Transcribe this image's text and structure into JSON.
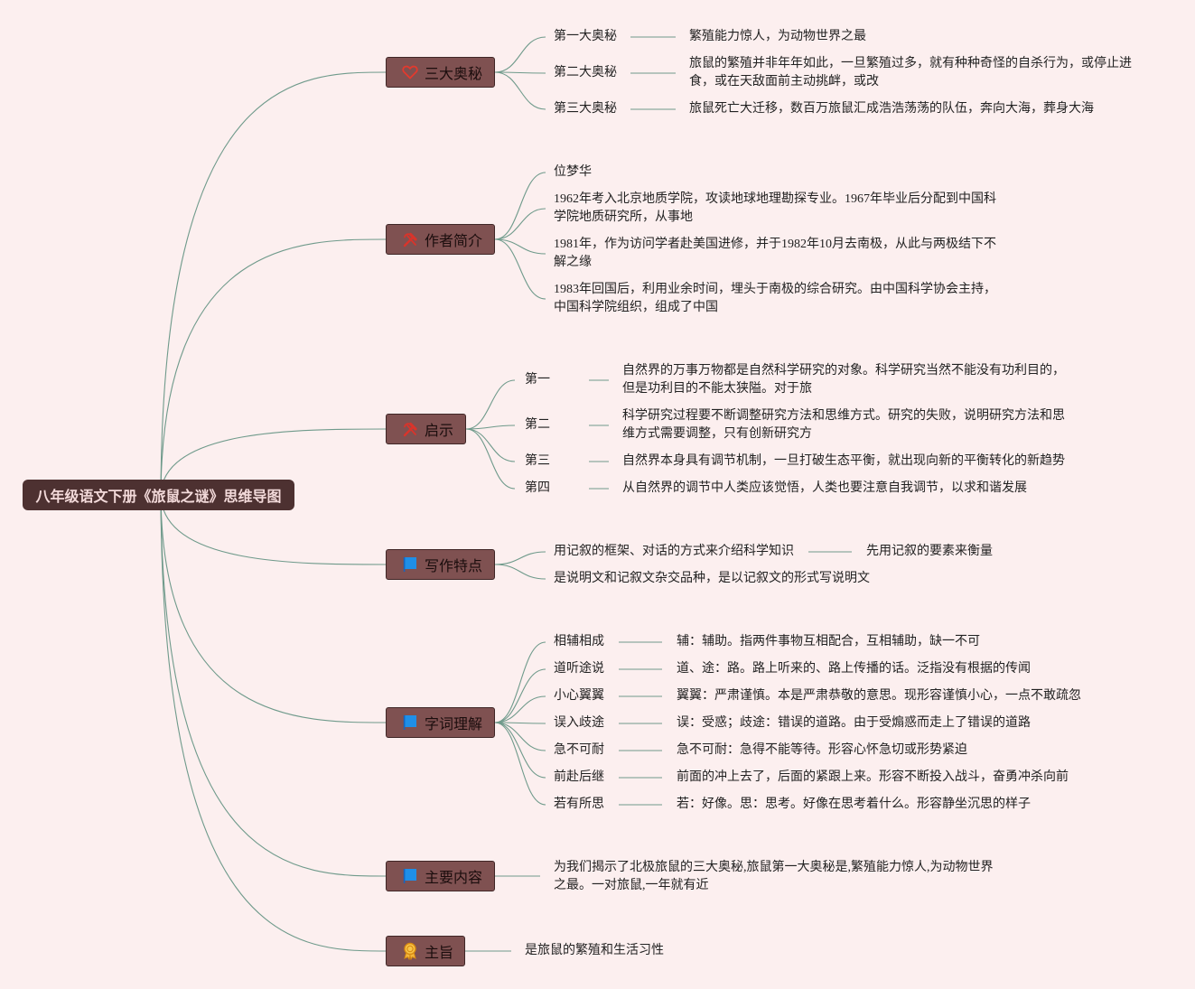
{
  "root": "八年级语文下册《旅鼠之谜》思维导图",
  "colors": {
    "background": "#fcefef",
    "root_fill": "#4d3131",
    "topic_fill": "#7f5151",
    "connector": "#6f9a8b",
    "heart_icon": "#e23a2e",
    "tools_icon": "#d9342b",
    "flag_icon": "#1f8fe8",
    "award_icon": "#f0a020"
  },
  "branches": [
    {
      "label": "三大奥秘",
      "icon": "heart-icon",
      "children": [
        {
          "label": "第一大奥秘",
          "detail": "繁殖能力惊人，为动物世界之最"
        },
        {
          "label": "第二大奥秘",
          "detail": "旅鼠的繁殖并非年年如此，一旦繁殖过多，就有种种奇怪的自杀行为，或停止进\n食，或在天敌面前主动挑衅，或改"
        },
        {
          "label": "第三大奥秘",
          "detail": "旅鼠死亡大迁移，数百万旅鼠汇成浩浩荡荡的队伍，奔向大海，葬身大海"
        }
      ]
    },
    {
      "label": "作者简介",
      "icon": "tools-icon",
      "children": [
        {
          "label": "位梦华"
        },
        {
          "label": "1962年考入北京地质学院，攻读地球地理勘探专业。1967年毕业后分配到中国科\n学院地质研究所，从事地"
        },
        {
          "label": "1981年，作为访问学者赴美国进修，并于1982年10月去南极，从此与两极结下不\n解之缘"
        },
        {
          "label": "1983年回国后，利用业余时间，埋头于南极的综合研究。由中国科学协会主持，\n中国科学院组织，组成了中国"
        }
      ]
    },
    {
      "label": "启示",
      "icon": "tools-icon",
      "children": [
        {
          "label": "第一",
          "detail": "自然界的万事万物都是自然科学研究的对象。科学研究当然不能没有功利目的，\n但是功利目的不能太狭隘。对于旅"
        },
        {
          "label": "第二",
          "detail": "科学研究过程要不断调整研究方法和思维方式。研究的失败，说明研究方法和思\n维方式需要调整，只有创新研究方"
        },
        {
          "label": "第三",
          "detail": "自然界本身具有调节机制，一旦打破生态平衡，就出现向新的平衡转化的新趋势"
        },
        {
          "label": "第四",
          "detail": "从自然界的调节中人类应该觉悟，人类也要注意自我调节，以求和谐发展"
        }
      ]
    },
    {
      "label": "写作特点",
      "icon": "flag-icon",
      "children": [
        {
          "label": "用记叙的框架、对话的方式来介绍科学知识",
          "detail": "先用记叙的要素来衡量"
        },
        {
          "label": "是说明文和记叙文杂交品种，是以记叙文的形式写说明文"
        }
      ]
    },
    {
      "label": "字词理解",
      "icon": "flag-icon",
      "children": [
        {
          "label": "相辅相成",
          "detail": "辅：辅助。指两件事物互相配合，互相辅助，缺一不可"
        },
        {
          "label": "道听途说",
          "detail": "道、途：路。路上听来的、路上传播的话。泛指没有根据的传闻"
        },
        {
          "label": "小心翼翼",
          "detail": "翼翼：严肃谨慎。本是严肃恭敬的意思。现形容谨慎小心，一点不敢疏忽"
        },
        {
          "label": "误入歧途",
          "detail": "误：受惑；歧途：错误的道路。由于受煽惑而走上了错误的道路"
        },
        {
          "label": "急不可耐",
          "detail": "急不可耐：急得不能等待。形容心怀急切或形势紧迫"
        },
        {
          "label": "前赴后继",
          "detail": "前面的冲上去了，后面的紧跟上来。形容不断投入战斗，奋勇冲杀向前"
        },
        {
          "label": "若有所思",
          "detail": "若：好像。思：思考。好像在思考着什么。形容静坐沉思的样子"
        }
      ]
    },
    {
      "label": "主要内容",
      "icon": "flag-icon",
      "children": [
        {
          "label": "为我们揭示了北极旅鼠的三大奥秘,旅鼠第一大奥秘是,繁殖能力惊人,为动物世界\n之最。一对旅鼠,一年就有近"
        }
      ]
    },
    {
      "label": "主旨",
      "icon": "award-ribbon-icon",
      "children": [
        {
          "label": "是旅鼠的繁殖和生活习性"
        }
      ]
    }
  ]
}
